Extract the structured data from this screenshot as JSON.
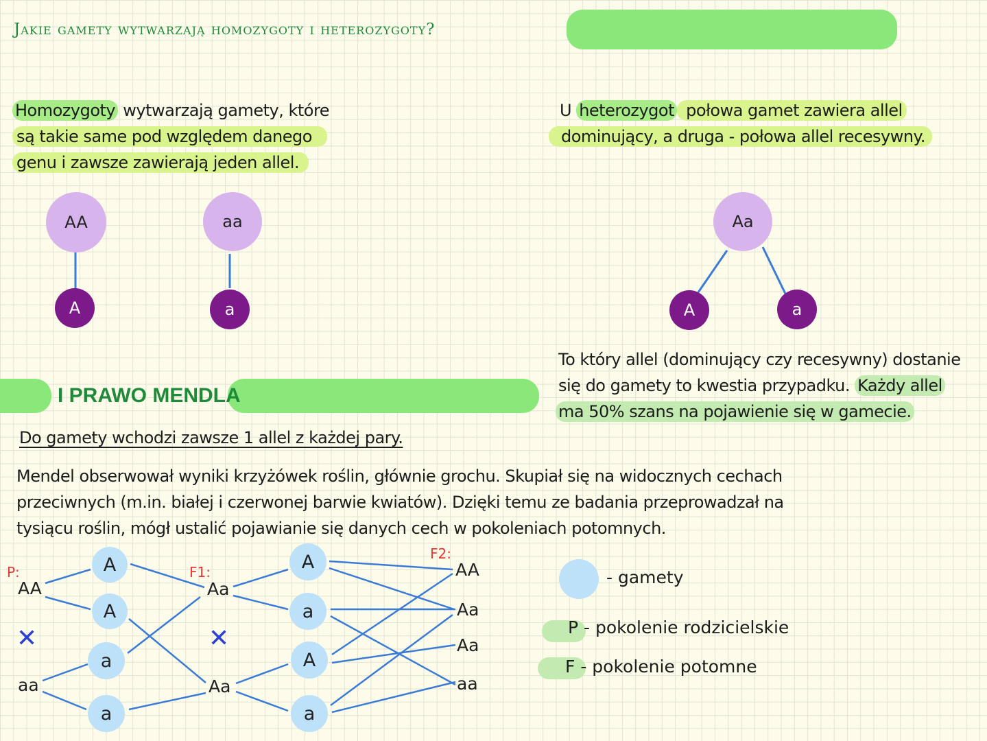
{
  "title": "Jakie gamety wytwarzają homozygoty i heterozygoty?",
  "homo_text": {
    "l1a": "Homozygoty",
    "l1b": " wytwarzają gamety, które",
    "l2": "są takie same pod względem danego",
    "l3": "genu i zawsze zawierają jeden allel."
  },
  "hetero_text": {
    "l1a": "U ",
    "l1b": "heterozygot",
    "l1c": " połowa gamet zawiera allel",
    "l2": "dominujący, a druga - połowa allel recesywny."
  },
  "homo_diagram": {
    "left_parent": "AA",
    "left_gamete": "A",
    "right_parent": "aa",
    "right_gamete": "a"
  },
  "hetero_diagram": {
    "parent": "Aa",
    "gamete1": "A",
    "gamete2": "a"
  },
  "chance_text": {
    "l1": "To który allel (dominujący czy recesywny) dostanie",
    "l2a": "się do gamety to kwestia przypadku. ",
    "l2b": "Każdy allel",
    "l3": "ma 50% szans na pojawienie się w gamecie."
  },
  "mendel_title": "I PRAWO MENDLA",
  "mendel_rule": "Do gamety wchodzi zawsze 1 allel z każdej pary.",
  "mendel_desc": {
    "l1": "Mendel obserwował wyniki krzyżówek roślin, głównie grochu. Skupiał się na widocznych cechach",
    "l2": "przeciwnych (m.in. białej i czerwonej barwie kwiatów). Dzięki temu ze badania przeprowadzał na",
    "l3": "tysiącu roślin, mógł ustalić pojawianie się danych cech w pokoleniach potomnych."
  },
  "cross": {
    "p_label": "P:",
    "f1_label": "F1:",
    "f2_label": "F2:",
    "p_geno1": "AA",
    "p_geno2": "aa",
    "cross_symbol": "✕",
    "p_gametes": [
      "A",
      "A",
      "a",
      "a"
    ],
    "f1_geno1": "Aa",
    "f1_geno2": "Aa",
    "f1_gametes": [
      "A",
      "a",
      "A",
      "a"
    ],
    "f2": [
      "AA",
      "Aa",
      "Aa",
      "aa"
    ]
  },
  "legend": {
    "gamety": "- gamety",
    "p_letter": "P",
    "p_text": " - pokolenie rodzicielskie",
    "f_letter": "F",
    "f_text": " - pokolenie potomne"
  },
  "colors": {
    "title_green": "#1f8a3a",
    "highlight_green": "#8ae87a",
    "highlight_yellow": "#d9f38d",
    "lavender": "#d8b4ec",
    "purple": "#7d1a8a",
    "gamete_blue": "#bde1f8",
    "line_blue": "#3a7bd5",
    "generation_red": "#e53935"
  }
}
